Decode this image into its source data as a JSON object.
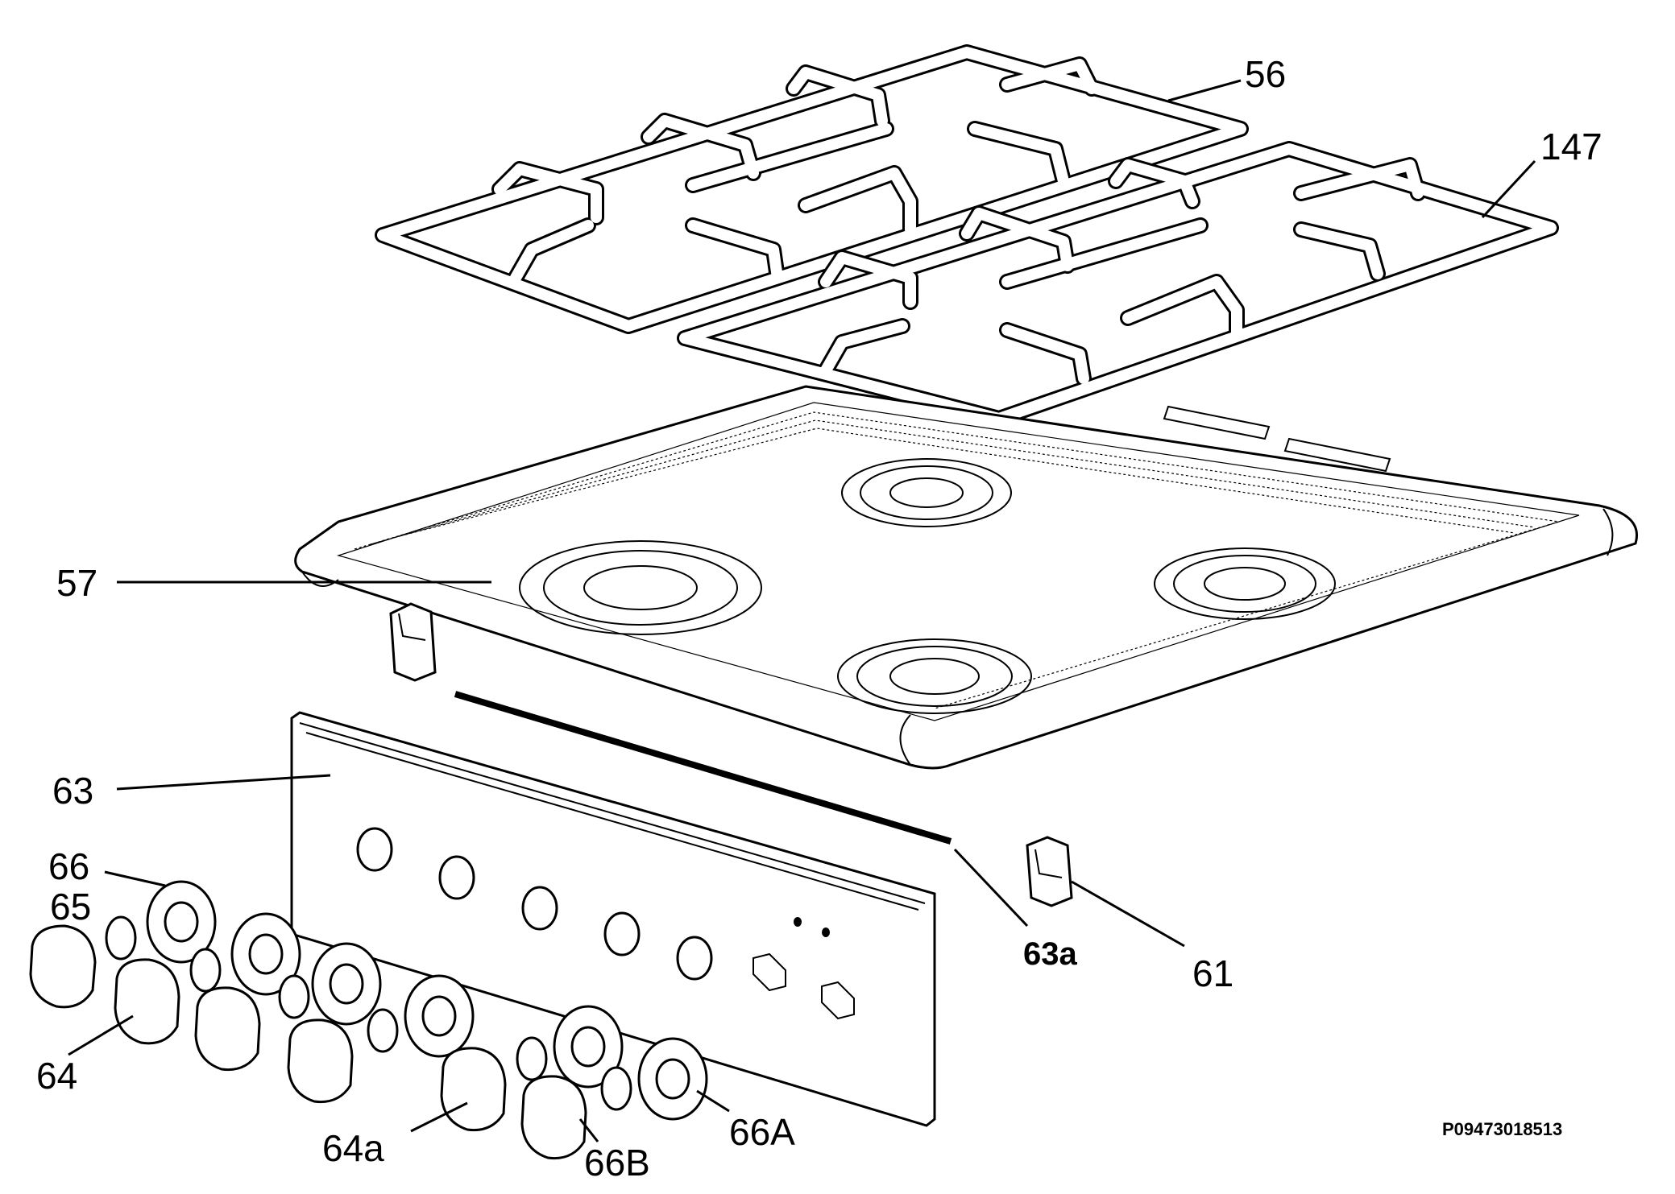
{
  "labels": {
    "l56": "56",
    "l147": "147",
    "l57": "57",
    "l63": "63",
    "l66": "66",
    "l65": "65",
    "l64": "64",
    "l63a": "63a",
    "l61": "61",
    "l64a": "64a",
    "l66B": "66B",
    "l66A": "66A"
  },
  "reference_code": "P09473018513"
}
